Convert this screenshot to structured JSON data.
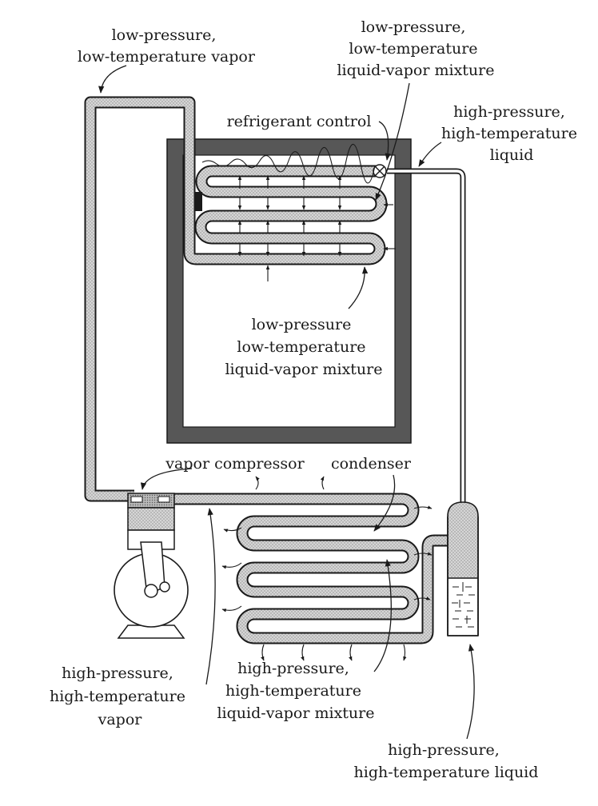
{
  "labels": {
    "evap_outlet_vapor": [
      "low-pressure,",
      "low-temperature vapor"
    ],
    "evap_inlet_mixture": [
      "low-pressure,",
      "low-temperature",
      "liquid-vapor mixture"
    ],
    "refrigerant_control": "refrigerant control",
    "control_inlet_liquid": [
      "high-pressure,",
      "high-temperature",
      "liquid"
    ],
    "evaporator_mixture": [
      "low-pressure",
      "low-temperature",
      "liquid-vapor mixture"
    ],
    "vapor_compressor": "vapor compressor",
    "condenser": "condenser",
    "compressor_discharge": [
      "high-pressure,",
      "high-temperature",
      "vapor"
    ],
    "condenser_mixture": [
      "high-pressure,",
      "high-temperature",
      "liquid-vapor mixture"
    ],
    "receiver_liquid": [
      "high-pressure,",
      "high-temperature liquid"
    ]
  },
  "colors": {
    "line": "#1a1a1a",
    "cabinet_wall": "#575757",
    "tube_fill": "#cfcfcf",
    "background": "#ffffff"
  },
  "icons": {
    "valve": "crossed-circle-valve-icon",
    "bulb": "sensing-bulb-icon",
    "compressor": "vapor-compressor-icon",
    "receiver": "receiver-tank-icon"
  }
}
